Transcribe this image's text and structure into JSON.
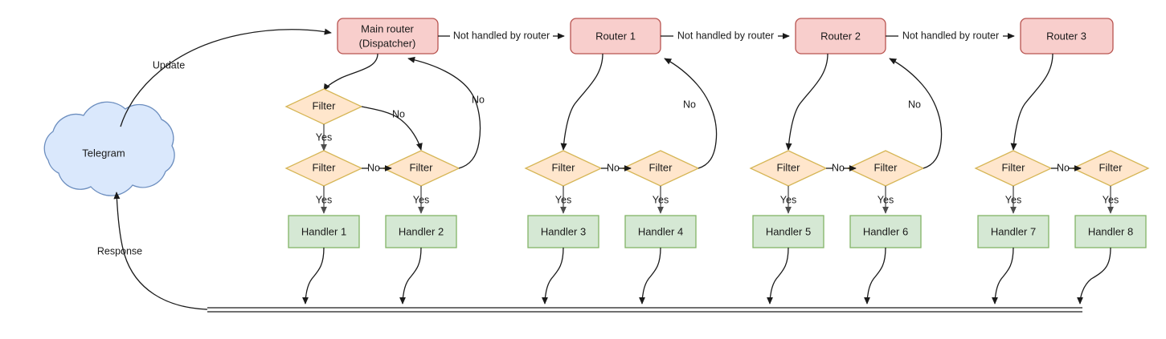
{
  "diagram": {
    "title": "Telegram bot dispatcher / router / filter / handler flow",
    "colors": {
      "router_fill": "#f8cecc",
      "router_stroke": "#b85450",
      "filter_fill": "#ffe6cc",
      "filter_stroke": "#d6b656",
      "handler_fill": "#d5e8d4",
      "handler_stroke": "#82b366",
      "cloud_fill": "#dae8fc",
      "cloud_stroke": "#6c8ebf",
      "edge": "#1a1a1a",
      "edge_grey": "#4d4d4d",
      "background": "#ffffff",
      "text": "#1a1a1a"
    },
    "source": {
      "label": "Telegram"
    },
    "routers": [
      {
        "id": "main-router",
        "line1": "Main router",
        "line2": "(Dispatcher)"
      },
      {
        "id": "router-1",
        "line1": "Router 1",
        "line2": ""
      },
      {
        "id": "router-2",
        "line1": "Router 2",
        "line2": ""
      },
      {
        "id": "router-3",
        "line1": "Router 3",
        "line2": ""
      }
    ],
    "filters": [
      {
        "id": "filter-top-main",
        "label": "Filter"
      },
      {
        "id": "filter-1",
        "label": "Filter"
      },
      {
        "id": "filter-2",
        "label": "Filter"
      },
      {
        "id": "filter-3",
        "label": "Filter"
      },
      {
        "id": "filter-4",
        "label": "Filter"
      },
      {
        "id": "filter-5",
        "label": "Filter"
      },
      {
        "id": "filter-6",
        "label": "Filter"
      },
      {
        "id": "filter-7",
        "label": "Filter"
      },
      {
        "id": "filter-8",
        "label": "Filter"
      }
    ],
    "handlers": [
      {
        "id": "handler-1",
        "label": "Handler 1"
      },
      {
        "id": "handler-2",
        "label": "Handler 2"
      },
      {
        "id": "handler-3",
        "label": "Handler 3"
      },
      {
        "id": "handler-4",
        "label": "Handler 4"
      },
      {
        "id": "handler-5",
        "label": "Handler 5"
      },
      {
        "id": "handler-6",
        "label": "Handler 6"
      },
      {
        "id": "handler-7",
        "label": "Handler 7"
      },
      {
        "id": "handler-8",
        "label": "Handler 8"
      }
    ],
    "edge_labels": {
      "update": "Update",
      "response": "Response",
      "not_handled_1": "Not handled by router",
      "not_handled_2": "Not handled by router",
      "not_handled_3": "Not handled by router",
      "yes_1": "Yes",
      "yes_2": "Yes",
      "yes_3": "Yes",
      "yes_4": "Yes",
      "yes_5": "Yes",
      "yes_6": "Yes",
      "yes_7": "Yes",
      "yes_8": "Yes",
      "yes_top_main": "Yes",
      "no_top_main": "No",
      "no_1": "No",
      "no_2": "No",
      "no_3": "No",
      "no_4": "No",
      "no_back_main": "No",
      "no_back_r1": "No",
      "no_back_r2": "No"
    }
  }
}
